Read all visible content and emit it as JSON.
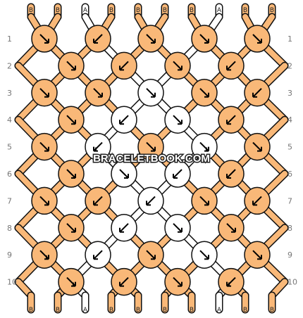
{
  "watermark": "BRACELETBOOK.COM",
  "colors": {
    "B": "#f9b878",
    "A": "#ffffff",
    "outline": "#111111",
    "row_number": "#777777"
  },
  "strands": [
    "B",
    "B",
    "A",
    "B",
    "B",
    "B",
    "B",
    "A",
    "B",
    "B"
  ],
  "end_strands": [
    "B",
    "B",
    "A",
    "B",
    "B",
    "B",
    "B",
    "A",
    "B",
    "B"
  ],
  "rows": [
    {
      "number": "1",
      "knots": [
        {
          "color": "B",
          "dir": "se"
        },
        {
          "color": "B",
          "dir": "sw"
        },
        {
          "color": "B",
          "dir": "se"
        },
        {
          "color": "B",
          "dir": "se"
        },
        {
          "color": "B",
          "dir": "se"
        }
      ]
    },
    {
      "number": "2",
      "knots": [
        {
          "color": "B",
          "dir": "se"
        },
        {
          "color": "B",
          "dir": "sw"
        },
        {
          "color": "B",
          "dir": "se"
        },
        {
          "color": "B",
          "dir": "sw"
        }
      ]
    },
    {
      "number": "3",
      "knots": [
        {
          "color": "B",
          "dir": "se"
        },
        {
          "color": "B",
          "dir": "se"
        },
        {
          "color": "A",
          "dir": "se"
        },
        {
          "color": "B",
          "dir": "se"
        },
        {
          "color": "B",
          "dir": "sw"
        }
      ]
    },
    {
      "number": "4",
      "knots": [
        {
          "color": "B",
          "dir": "se"
        },
        {
          "color": "A",
          "dir": "sw"
        },
        {
          "color": "A",
          "dir": "se"
        },
        {
          "color": "B",
          "dir": "sw"
        }
      ]
    },
    {
      "number": "5",
      "knots": [
        {
          "color": "B",
          "dir": "se"
        },
        {
          "color": "A",
          "dir": "sw-back"
        },
        {
          "color": "B",
          "dir": "se"
        },
        {
          "color": "A",
          "dir": "se-back"
        },
        {
          "color": "B",
          "dir": "se"
        }
      ]
    },
    {
      "number": "6",
      "knots": [
        {
          "color": "B",
          "dir": "se"
        },
        {
          "color": "A",
          "dir": "se"
        },
        {
          "color": "A",
          "dir": "sw"
        },
        {
          "color": "B",
          "dir": "sw"
        }
      ]
    },
    {
      "number": "7",
      "knots": [
        {
          "color": "B",
          "dir": "se"
        },
        {
          "color": "B",
          "dir": "sw"
        },
        {
          "color": "A",
          "dir": "sw"
        },
        {
          "color": "B",
          "dir": "se"
        },
        {
          "color": "B",
          "dir": "sw"
        }
      ]
    },
    {
      "number": "8",
      "knots": [
        {
          "color": "B",
          "dir": "se"
        },
        {
          "color": "A",
          "dir": "sw"
        },
        {
          "color": "A",
          "dir": "se"
        },
        {
          "color": "B",
          "dir": "se"
        }
      ]
    },
    {
      "number": "9",
      "knots": [
        {
          "color": "B",
          "dir": "se-back"
        },
        {
          "color": "A",
          "dir": "sw"
        },
        {
          "color": "B",
          "dir": "se"
        },
        {
          "color": "A",
          "dir": "se"
        },
        {
          "color": "B",
          "dir": "se"
        }
      ]
    },
    {
      "number": "10",
      "knots": [
        {
          "color": "B",
          "dir": "se-back"
        },
        {
          "color": "B",
          "dir": "sw"
        },
        {
          "color": "B",
          "dir": "se"
        },
        {
          "color": "B",
          "dir": "sw-back"
        }
      ]
    }
  ]
}
